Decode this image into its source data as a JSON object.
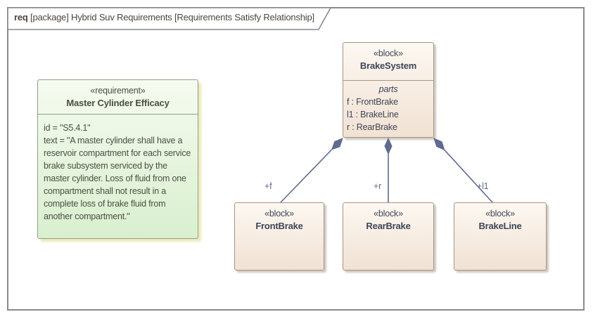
{
  "frame": {
    "title_keyword": "req",
    "title_rest": " [package] Hybrid Suv Requirements [Requirements Satisfy Relationship]"
  },
  "requirement": {
    "stereotype": "«requirement»",
    "name": "Master Cylinder Efficacy",
    "id_line": "id = \"S5.4.1\"",
    "text_line": "text = \"A master cylinder shall have a reservoir compartment for each service brake subsystem serviced by the master cylinder. Loss of fluid from one compartment shall not result in a complete loss of brake fluid from another compartment.\""
  },
  "brakesystem": {
    "stereotype": "«block»",
    "name": "BrakeSystem",
    "compartment_label": "parts",
    "parts": [
      "f : FrontBrake",
      "l1 : BrakeLine",
      "r : RearBrake"
    ]
  },
  "blocks": [
    {
      "stereotype": "«block»",
      "name": "FrontBrake"
    },
    {
      "stereotype": "«block»",
      "name": "RearBrake"
    },
    {
      "stereotype": "«block»",
      "name": "BrakeLine"
    }
  ],
  "connectors": [
    {
      "role": "+f"
    },
    {
      "role": "+r"
    },
    {
      "role": "+l1"
    }
  ],
  "colors": {
    "frame_border": "#8a8a8a",
    "block_border": "#a69581",
    "block_fill_top": "#fdf8f2",
    "block_fill_bottom": "#f1e2d3",
    "block_text": "#3e4557",
    "req_border": "#90a086",
    "req_fill_top": "#f5fbf0",
    "req_fill_bottom": "#d9efcf",
    "req_text": "#4a4f42",
    "connector": "#5f6b90",
    "title_text": "#4d463e"
  }
}
